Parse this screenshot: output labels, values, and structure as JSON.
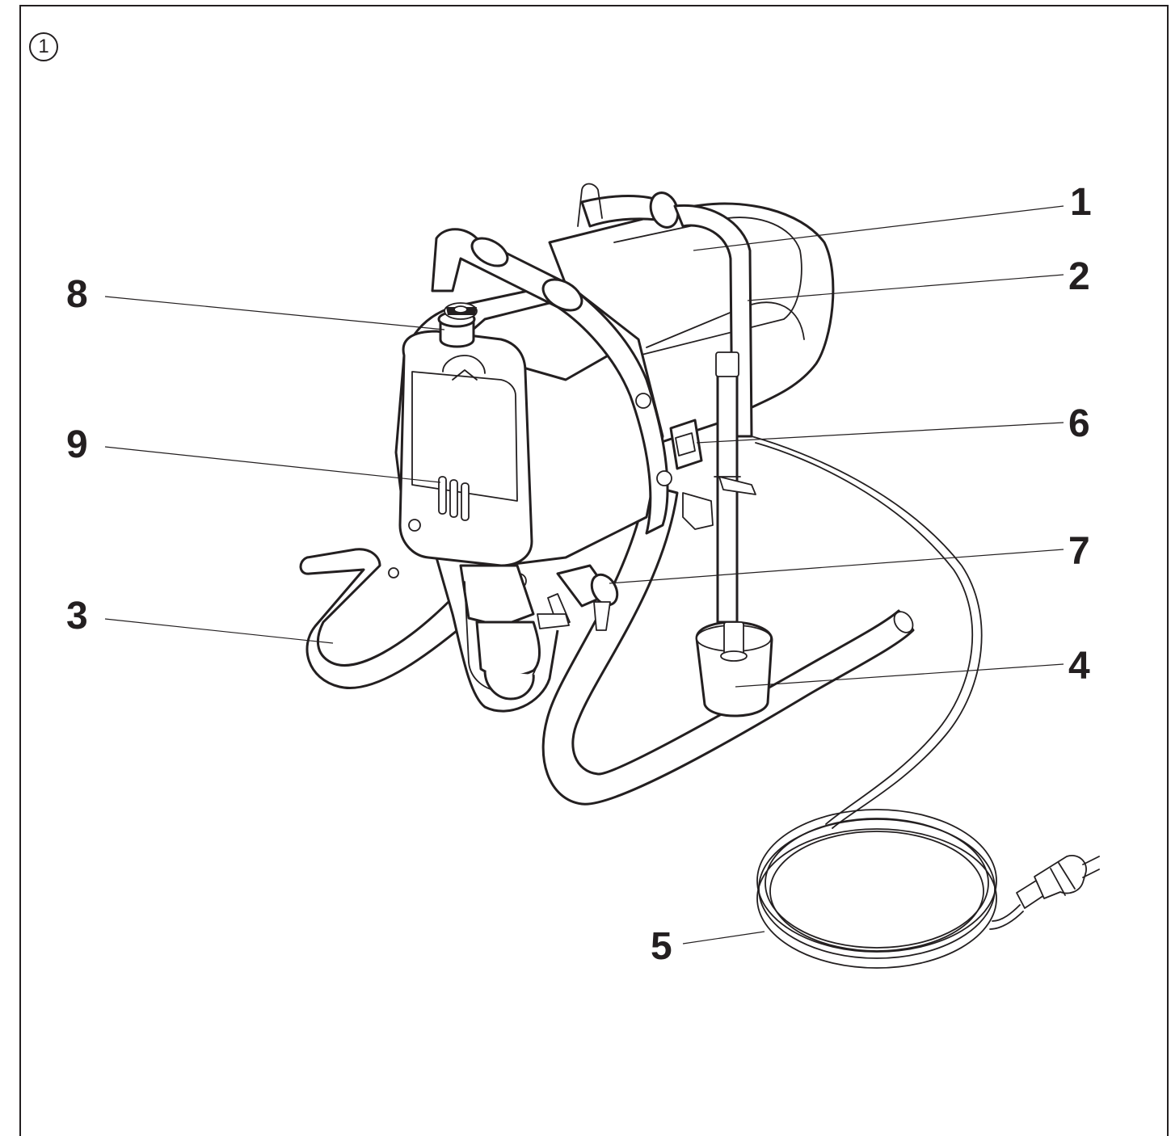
{
  "figure": {
    "number": "1"
  },
  "callouts": [
    {
      "id": "1",
      "label": "1"
    },
    {
      "id": "2",
      "label": "2"
    },
    {
      "id": "3",
      "label": "3"
    },
    {
      "id": "4",
      "label": "4"
    },
    {
      "id": "5",
      "label": "5"
    },
    {
      "id": "6",
      "label": "6"
    },
    {
      "id": "7",
      "label": "7"
    },
    {
      "id": "8",
      "label": "8"
    },
    {
      "id": "9",
      "label": "9"
    }
  ],
  "colors": {
    "line": "#231f20",
    "background": "#ffffff"
  }
}
